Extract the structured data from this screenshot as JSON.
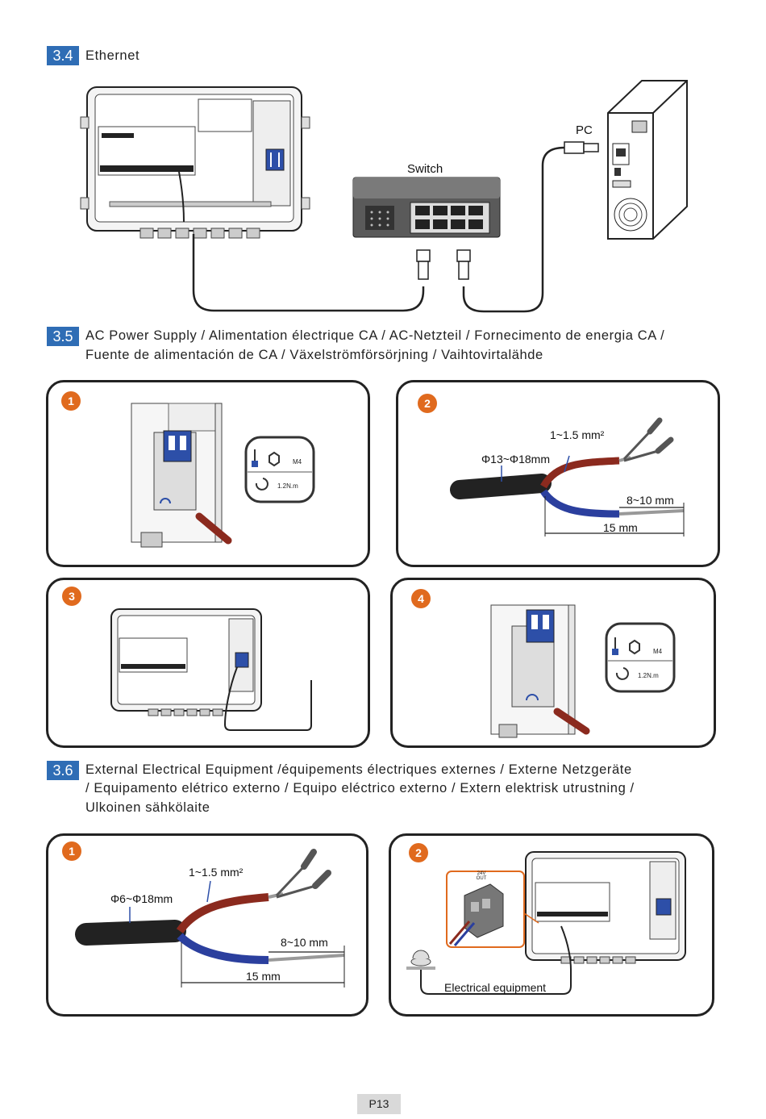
{
  "section_3_4": {
    "number": "3.4",
    "title": "Ethernet",
    "pc_label": "PC",
    "switch_label": "Switch"
  },
  "section_3_5": {
    "number": "3.5",
    "title_line1": "AC Power Supply / Alimentation électrique CA / AC-Netzteil / Fornecimento de energia CA /",
    "title_line2": "Fuente de alimentación de CA / Växelströmförsörjning / Vaihtovirtalähde",
    "steps": [
      "1",
      "2",
      "3",
      "4"
    ],
    "torque_bolt": "M4",
    "torque_value": "1.2N.m",
    "wire_area": "1~1.5 mm²",
    "cable_diameter": "Φ13~Φ18mm",
    "strip_length": "8~10 mm",
    "sheath_length": "15 mm"
  },
  "section_3_6": {
    "number": "3.6",
    "title_line1": "External Electrical Equipment /équipements électriques externes / Externe Netzgeräte",
    "title_line2": "/ Equipamento elétrico externo / Equipo eléctrico externo / Extern elektrisk utrustning /",
    "title_line3": "Ulkoinen sähkölaite",
    "steps": [
      "1",
      "2"
    ],
    "wire_area": "1~1.5 mm²",
    "cable_diameter": "Φ6~Φ18mm",
    "strip_length": "8~10 mm",
    "sheath_length": "15 mm",
    "terminal_label": "24V OUT",
    "equipment_label": "Electrical equipment"
  },
  "footer": {
    "page": "P13"
  },
  "colors": {
    "badge": "#2f6db5",
    "step": "#e06a1e",
    "wire_brown": "#8b2a1e",
    "wire_blue": "#2b3f9e",
    "breaker": "#2d4fa8"
  }
}
